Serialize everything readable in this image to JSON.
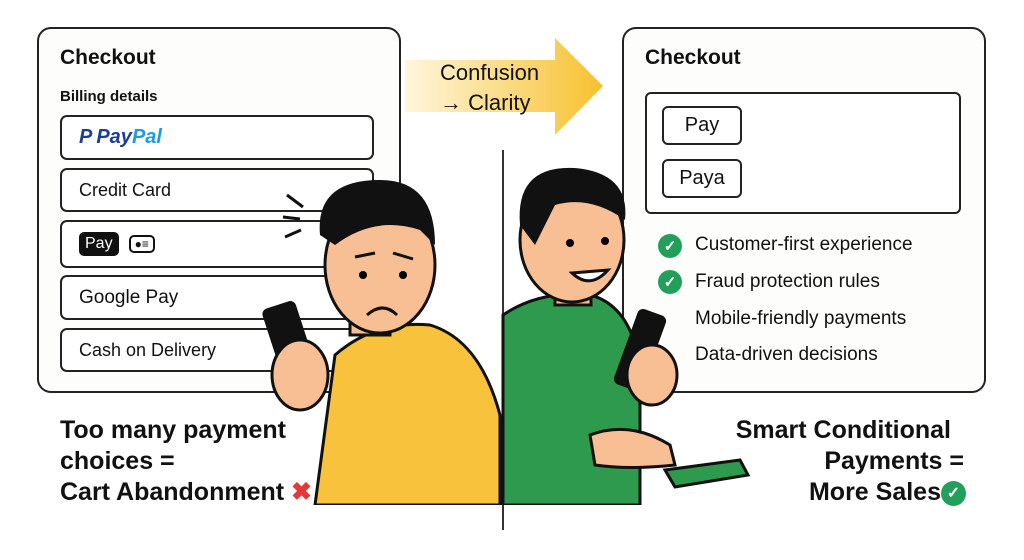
{
  "left": {
    "title": "Checkout",
    "subtitle": "Billing details",
    "options": [
      "PayPal",
      "Credit Card",
      "Pay",
      "Google Pay",
      "Cash on Delivery"
    ],
    "paypal": {
      "pay": "Pay",
      "pal": "Pal"
    }
  },
  "arrow": {
    "line1": "Confusion",
    "line2": "→ Clarity"
  },
  "right": {
    "title": "Checkout",
    "buttons": [
      "Pay",
      "Paya"
    ],
    "features": [
      "Customer-first experience",
      "Fraud protection rules",
      "Mobile-friendly payments",
      "Data-driven decisions"
    ]
  },
  "captions": {
    "left": [
      "Too many payment",
      "choices =",
      "Cart Abandonment"
    ],
    "right": [
      "Smart Conditional",
      "Payments =",
      "More Sales"
    ]
  },
  "colors": {
    "yellow": "#f9c23c",
    "green": "#2e9a4e",
    "check": "#22a05a",
    "cross": "#e53935"
  }
}
